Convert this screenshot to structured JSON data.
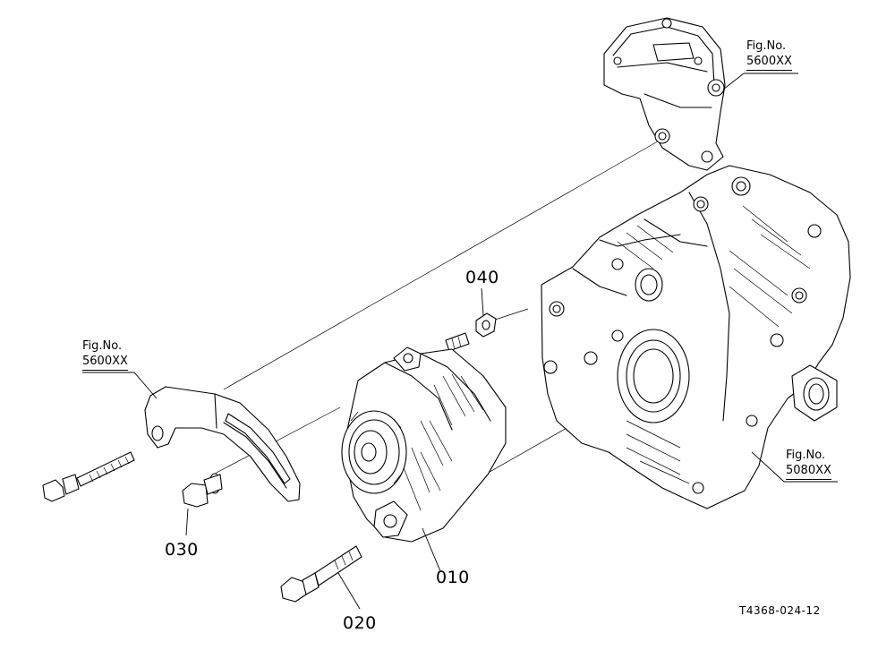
{
  "parts": {
    "p010": "010",
    "p020": "020",
    "p030": "030",
    "p040": "040"
  },
  "figure_refs": {
    "top_right": {
      "label": "Fig.No.",
      "number": "5600XX"
    },
    "left": {
      "label": "Fig.No.",
      "number": "5600XX"
    },
    "right": {
      "label": "Fig.No.",
      "number": "5080XX"
    }
  },
  "drawing_code": "T4368-024-12"
}
